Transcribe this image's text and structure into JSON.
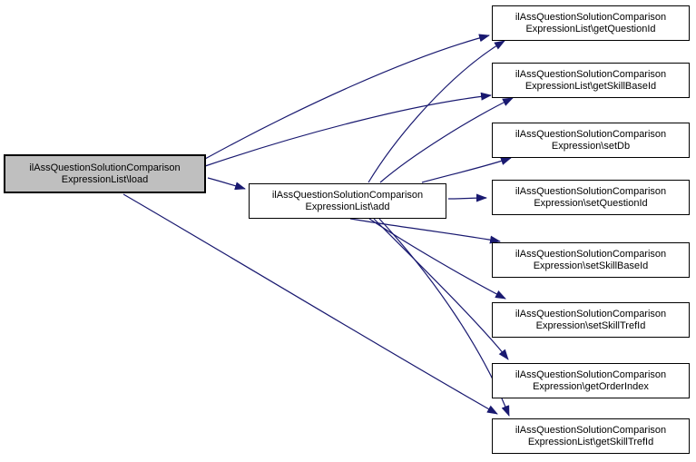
{
  "diagram": {
    "kind": "doxygen-call-graph",
    "colors": {
      "edge": "#191970",
      "node_border": "#000000",
      "node_fill": "#ffffff",
      "highlight_fill": "#bfbfbf"
    },
    "nodes": [
      {
        "id": "load",
        "line1": "ilAssQuestionSolutionComparison",
        "line2": "ExpressionList\\load",
        "highlighted": true
      },
      {
        "id": "add",
        "line1": "ilAssQuestionSolutionComparison",
        "line2": "ExpressionList\\add",
        "highlighted": false
      },
      {
        "id": "getQuestionId_list",
        "line1": "ilAssQuestionSolutionComparison",
        "line2": "ExpressionList\\getQuestionId",
        "highlighted": false
      },
      {
        "id": "getSkillBaseId_list",
        "line1": "ilAssQuestionSolutionComparison",
        "line2": "ExpressionList\\getSkillBaseId",
        "highlighted": false
      },
      {
        "id": "setDb",
        "line1": "ilAssQuestionSolutionComparison",
        "line2": "Expression\\setDb",
        "highlighted": false
      },
      {
        "id": "setQuestionId",
        "line1": "ilAssQuestionSolutionComparison",
        "line2": "Expression\\setQuestionId",
        "highlighted": false
      },
      {
        "id": "setSkillBaseId",
        "line1": "ilAssQuestionSolutionComparison",
        "line2": "Expression\\setSkillBaseId",
        "highlighted": false
      },
      {
        "id": "setSkillTrefId",
        "line1": "ilAssQuestionSolutionComparison",
        "line2": "Expression\\setSkillTrefId",
        "highlighted": false
      },
      {
        "id": "getOrderIndex",
        "line1": "ilAssQuestionSolutionComparison",
        "line2": "Expression\\getOrderIndex",
        "highlighted": false
      },
      {
        "id": "getSkillTrefId_list",
        "line1": "ilAssQuestionSolutionComparison",
        "line2": "ExpressionList\\getSkillTrefId",
        "highlighted": false
      }
    ],
    "edges": [
      {
        "from": "load",
        "to": "add"
      },
      {
        "from": "load",
        "to": "getQuestionId_list"
      },
      {
        "from": "load",
        "to": "getSkillBaseId_list"
      },
      {
        "from": "load",
        "to": "getSkillTrefId_list"
      },
      {
        "from": "add",
        "to": "getQuestionId_list"
      },
      {
        "from": "add",
        "to": "getSkillBaseId_list"
      },
      {
        "from": "add",
        "to": "setDb"
      },
      {
        "from": "add",
        "to": "setQuestionId"
      },
      {
        "from": "add",
        "to": "setSkillBaseId"
      },
      {
        "from": "add",
        "to": "setSkillTrefId"
      },
      {
        "from": "add",
        "to": "getOrderIndex"
      },
      {
        "from": "add",
        "to": "getSkillTrefId_list"
      }
    ]
  }
}
